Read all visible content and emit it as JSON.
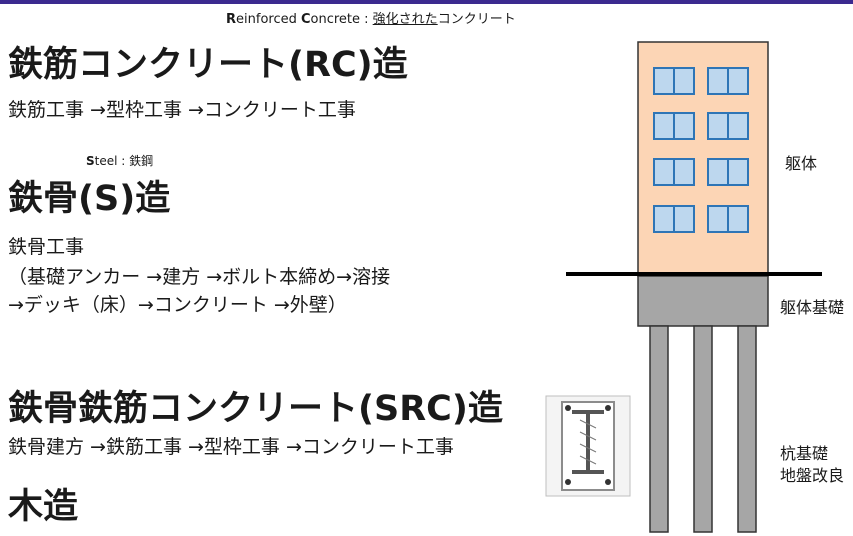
{
  "rc_note": {
    "r_cap": "R",
    "r_rest": "einforced ",
    "c_cap": "C",
    "c_rest": "oncrete : ",
    "underlined": "強化された",
    "tail": "コンクリート"
  },
  "rc": {
    "title": "鉄筋コンクリート(RC)造",
    "steps": "鉄筋工事 →型枠工事 →コンクリート工事"
  },
  "s": {
    "note_cap": "S",
    "note_rest": "teel : 鉄鋼",
    "title": "鉄骨(S)造",
    "head": "鉄骨工事",
    "line1": "（基礎アンカー →建方 →ボルト本締め→溶接",
    "line2": "→デッキ（床）→コンクリート →外壁）"
  },
  "src": {
    "title": "鉄骨鉄筋コンクリート(SRC)造",
    "steps": "鉄骨建方 →鉄筋工事 →型枠工事 →コンクリート工事"
  },
  "wood": {
    "title": "木造"
  },
  "diagram": {
    "label_body": "躯体",
    "label_base": "躯体基礎",
    "label_pile": "杭基礎",
    "label_ground": "地盤改良",
    "colors": {
      "building": "#fcd5b5",
      "window": "#bdd7ee",
      "window_frame": "#2e75b6",
      "foundation": "#a6a6a6",
      "ground_line": "#000000",
      "outline": "#333333"
    }
  }
}
